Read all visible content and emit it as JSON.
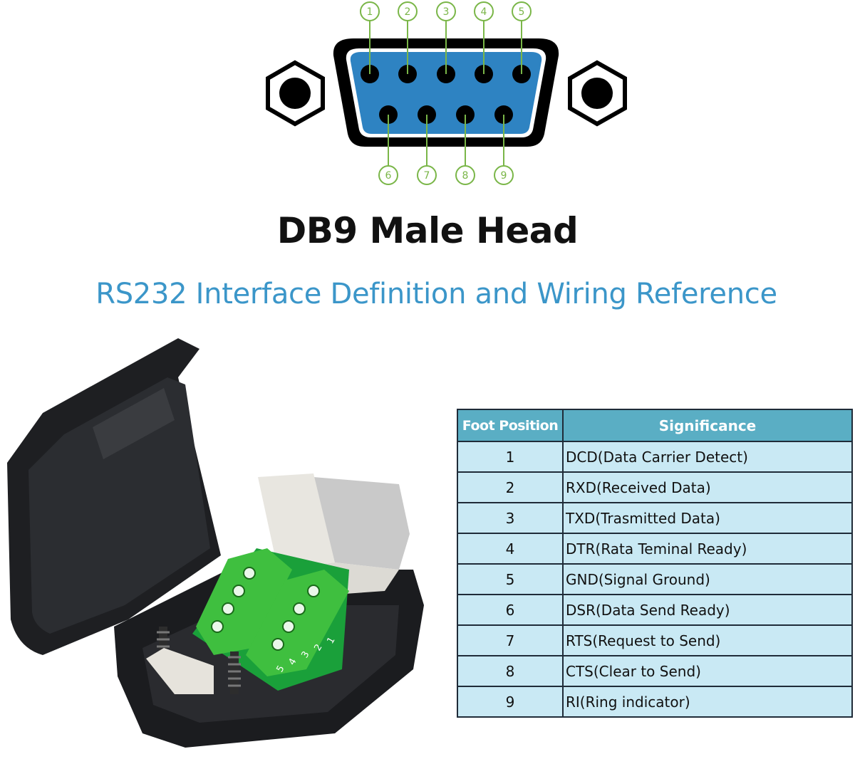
{
  "diagram": {
    "title": "DB9 Male Head",
    "subtitle": "RS232 Interface Definition and Wiring Reference",
    "top_pins": [
      "1",
      "2",
      "3",
      "4",
      "5"
    ],
    "bottom_pins": [
      "6",
      "7",
      "8",
      "9"
    ],
    "colors": {
      "connector_face": "#2e83c2",
      "pin_label": "#7ab648",
      "subtitle": "#3b96c9",
      "table_header": "#5aaec4",
      "table_cell": "#c9e9f4",
      "terminal_block": "#3fbf3f"
    }
  },
  "photo": {
    "terminal_numbers": [
      "5",
      "4",
      "3",
      "2",
      "1"
    ]
  },
  "table": {
    "headers": [
      "Foot Position",
      "Significance"
    ],
    "rows": [
      [
        "1",
        "DCD(Data Carrier Detect)"
      ],
      [
        "2",
        "RXD(Received Data)"
      ],
      [
        "3",
        "TXD(Trasmitted Data)"
      ],
      [
        "4",
        "DTR(Rata Teminal Ready)"
      ],
      [
        "5",
        "GND(Signal Ground)"
      ],
      [
        "6",
        "DSR(Data Send Ready)"
      ],
      [
        "7",
        "RTS(Request to Send)"
      ],
      [
        "8",
        "CTS(Clear to Send)"
      ],
      [
        "9",
        "RI(Ring indicator)"
      ]
    ]
  }
}
